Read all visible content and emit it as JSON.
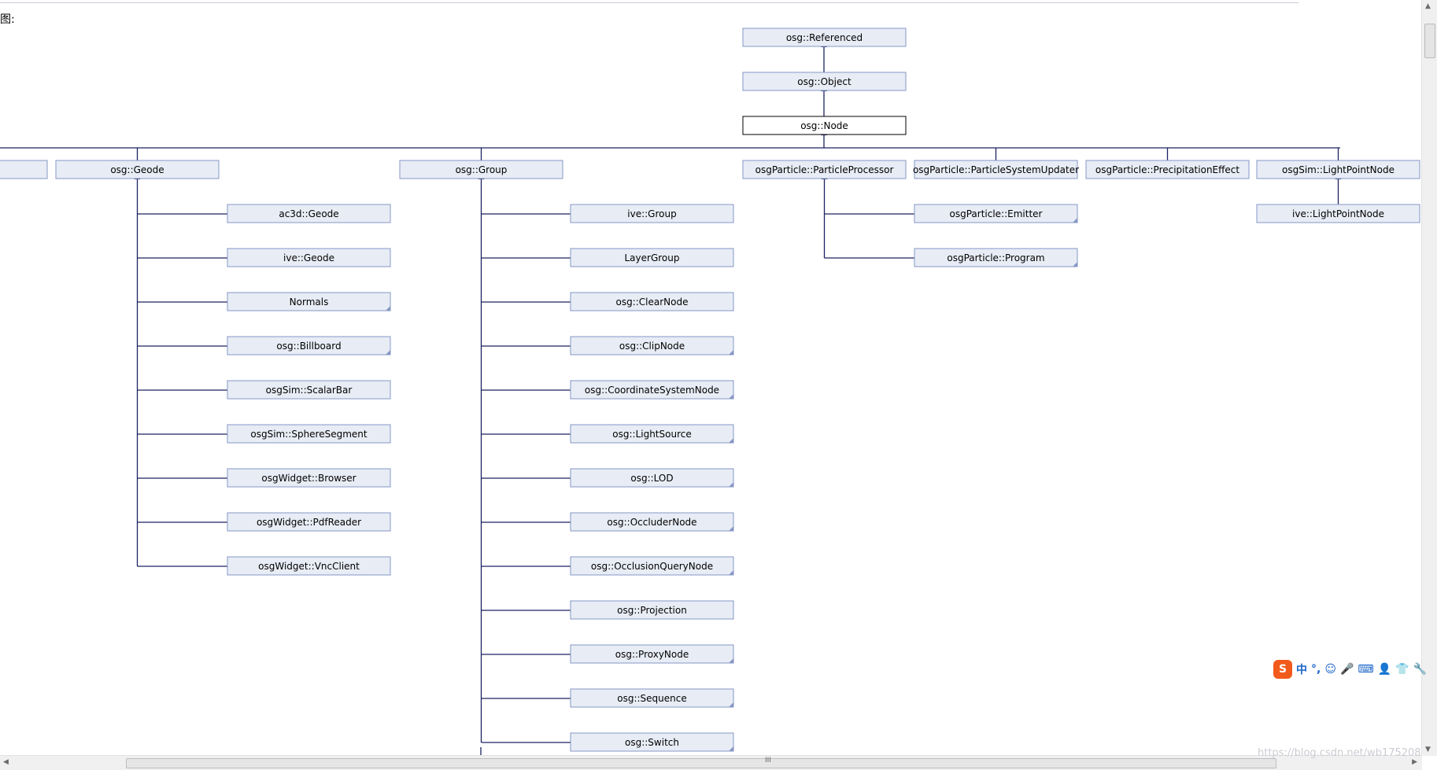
{
  "caption": "图:",
  "colors": {
    "node_fill": "#e8ecf5",
    "node_border": "#8597c6",
    "edge": "#1c2361",
    "current_border": "#000000"
  },
  "nodes": {
    "referenced": "osg::Referenced",
    "object": "osg::Object",
    "node": "osg::Node",
    "partial": "",
    "geode": "osg::Geode",
    "group": "osg::Group",
    "particle_processor": "osgParticle::ParticleProcessor",
    "particle_system_updater": "osgParticle::ParticleSystemUpdater",
    "precipitation_effect": "osgParticle::PrecipitationEffect",
    "light_point_node": "osgSim::LightPointNode",
    "geode_children": [
      "ac3d::Geode",
      "ive::Geode",
      "Normals",
      "osg::Billboard",
      "osgSim::ScalarBar",
      "osgSim::SphereSegment",
      "osgWidget::Browser",
      "osgWidget::PdfReader",
      "osgWidget::VncClient"
    ],
    "group_children": [
      "ive::Group",
      "LayerGroup",
      "osg::ClearNode",
      "osg::ClipNode",
      "osg::CoordinateSystemNode",
      "osg::LightSource",
      "osg::LOD",
      "osg::OccluderNode",
      "osg::OcclusionQueryNode",
      "osg::Projection",
      "osg::ProxyNode",
      "osg::Sequence",
      "osg::Switch"
    ],
    "processor_children": [
      "osgParticle::Emitter",
      "osgParticle::Program"
    ],
    "lightpoint_children": [
      "ive::LightPointNode"
    ]
  },
  "ime": {
    "logo": "S",
    "icons": [
      "中",
      "°,",
      "☺",
      "🎤",
      "⌨",
      "👤",
      "👕",
      "🔧"
    ]
  },
  "scrollbar": {
    "grip": "III"
  },
  "watermark": "https://blog.csdn.net/wb175208"
}
